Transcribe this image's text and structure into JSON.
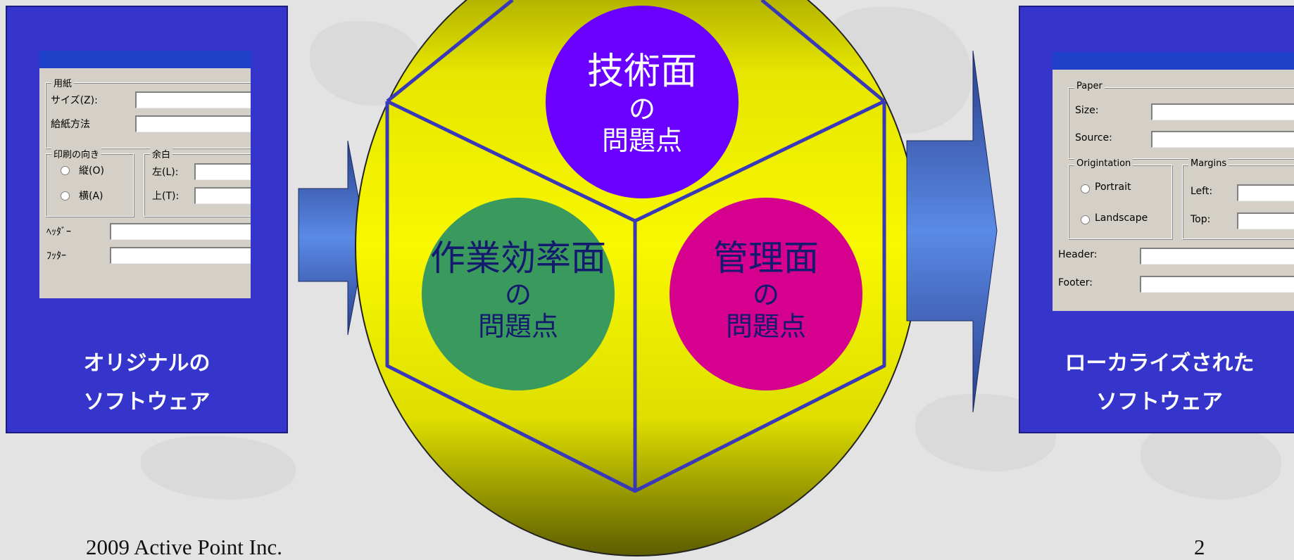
{
  "left_panel": {
    "caption_line1": "オリジナルの",
    "caption_line2": "ソフトウェア",
    "dialog": {
      "paper_group": "用紙",
      "size_label": "サイズ(Z):",
      "source_label": "給紙方法",
      "orientation_group": "印刷の向き",
      "portrait_label": "縦(O)",
      "landscape_label": "横(A)",
      "margins_group": "余白",
      "left_label": "左(L):",
      "top_label": "上(T):",
      "header_label": "ﾍｯﾀﾞｰ",
      "footer_label": "ﾌｯﾀｰ"
    }
  },
  "right_panel": {
    "caption_line1": "ローカライズされた",
    "caption_line2": "ソフトウェア",
    "dialog": {
      "paper_group": "Paper",
      "size_label": "Size:",
      "source_label": "Source:",
      "orientation_group": "Origintation",
      "portrait_label": "Portrait",
      "landscape_label": "Landscape",
      "margins_group": "Margins",
      "left_label": "Left:",
      "top_label": "Top:",
      "header_label": "Header:",
      "footer_label": "Footer:"
    }
  },
  "cube": {
    "top_circle": {
      "title": "技術面",
      "particle": "の",
      "suffix": "問題点",
      "color": "#6a00ff"
    },
    "left_circle": {
      "title": "作業効率面",
      "particle": "の",
      "suffix": "問題点",
      "color": "#3a9a5e"
    },
    "right_circle": {
      "title": "管理面",
      "particle": "の",
      "suffix": "問題点",
      "color": "#d6008f"
    }
  },
  "footer": {
    "copyright": "2009 Active Point Inc.",
    "page_number": "2"
  },
  "colors": {
    "panel_blue": "#3535cc",
    "sphere_yellow": "#f2f200",
    "cube_edge": "#3838b8"
  }
}
